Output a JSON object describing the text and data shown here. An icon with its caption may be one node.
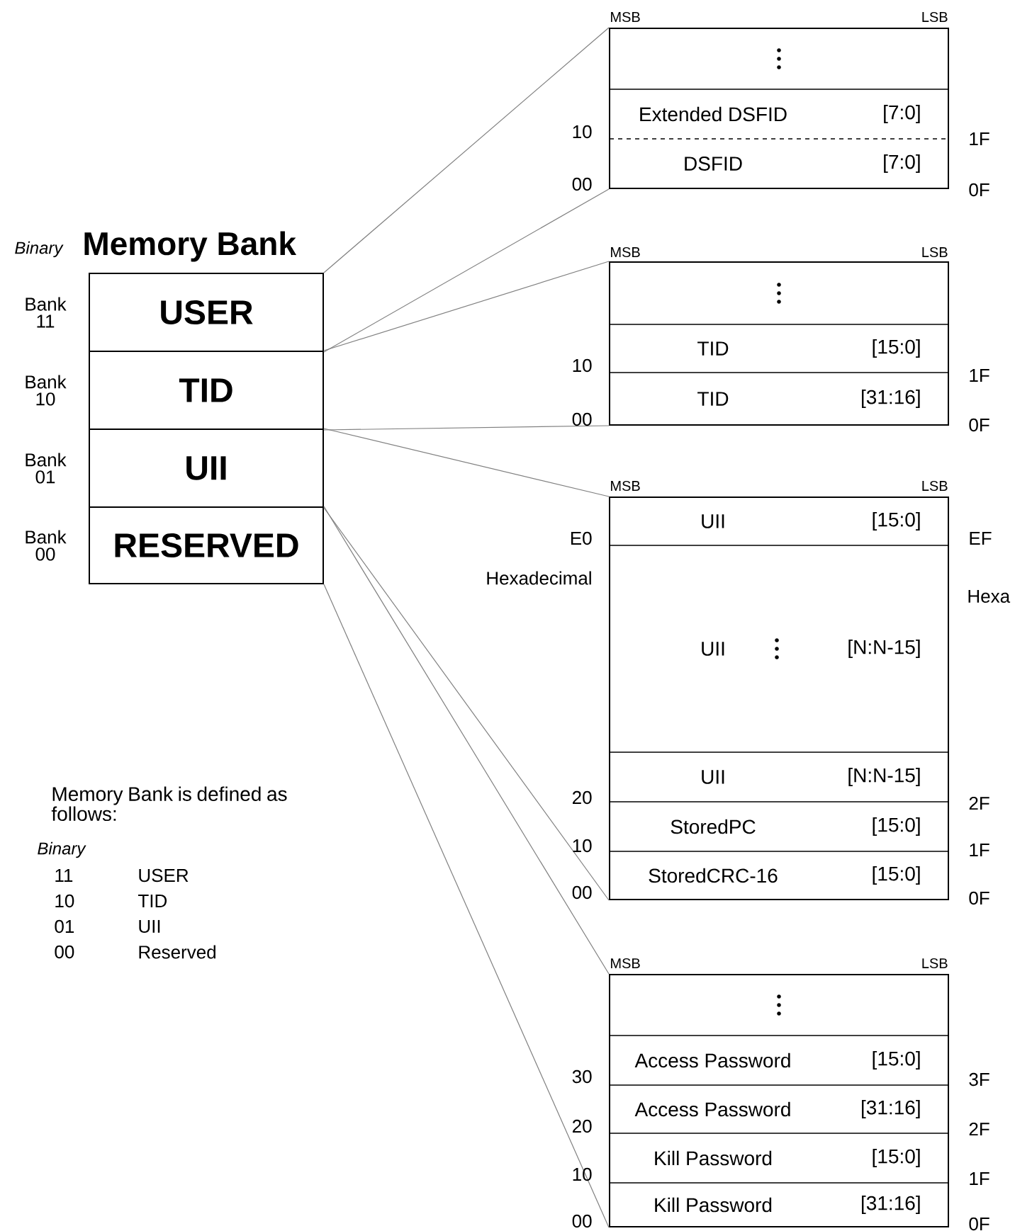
{
  "diagram": {
    "title": "Memory Bank",
    "nodes": [
      {
        "text": [
          "USER"
        ],
        "beside": [
          "Bank 11"
        ]
      },
      {
        "text": [
          "TID"
        ],
        "beside": [
          "Bank 10"
        ]
      },
      {
        "text": [
          "UII"
        ],
        "beside": [
          "Bank 01"
        ]
      },
      {
        "text": [
          "RESERVED"
        ],
        "beside": [
          "Bank 00"
        ]
      },
      {
        "text": [],
        "shape": "box"
      },
      {
        "text": [],
        "shape": "box",
        "in": 4
      },
      {
        "text": [
          "Extended DSFID",
          "[7:0]"
        ],
        "in": 4
      },
      {
        "text": [
          "DSFID",
          "[7:0]"
        ],
        "in": 4
      },
      {
        "text": [],
        "shape": "box"
      },
      {
        "text": [],
        "shape": "box",
        "in": 8
      },
      {
        "text": [
          "TID",
          "[15:0]"
        ],
        "in": 8
      },
      {
        "text": [
          "TID",
          "[31:16]"
        ],
        "in": 8
      },
      {
        "text": [],
        "shape": "box"
      },
      {
        "text": [
          "UII",
          "[15:0]"
        ],
        "in": 12
      },
      {
        "text": [
          "UII",
          "[N:N-15]"
        ],
        "in": 12
      },
      {
        "text": [
          "UII",
          "[N:N-15]"
        ],
        "in": 12
      },
      {
        "text": [
          "StoredPC",
          "[15:0]"
        ],
        "in": 12
      },
      {
        "text": [
          "StoredCRC-16",
          "[15:0]"
        ],
        "in": 12
      },
      {
        "text": [],
        "shape": "box"
      },
      {
        "text": [],
        "shape": "box",
        "in": 18
      },
      {
        "text": [
          "Access Password",
          "[15:0]"
        ],
        "in": 18
      },
      {
        "text": [
          "Access Password",
          "[31:16]"
        ],
        "in": 18
      },
      {
        "text": [
          "Kill Password",
          "[15:0]"
        ],
        "in": 18
      },
      {
        "text": [
          "Kill Password",
          "[31:16]"
        ],
        "in": 18
      }
    ],
    "edges": [
      {
        "from": 0,
        "to": 4,
        "arrow": "none"
      },
      {
        "from": 0,
        "to": 4,
        "arrow": "none"
      },
      {
        "from": 1,
        "to": 8,
        "arrow": "none"
      },
      {
        "from": 1,
        "to": 8,
        "arrow": "none"
      },
      {
        "from": 2,
        "to": 12,
        "arrow": "none"
      },
      {
        "from": 2,
        "to": 12,
        "arrow": "none"
      },
      {
        "from": 3,
        "to": 18,
        "arrow": "none"
      },
      {
        "from": 3,
        "to": 18,
        "arrow": "none"
      }
    ],
    "labels": [
      "MSB",
      "LSB",
      "10",
      "1F",
      "00",
      "0F",
      "MSB",
      "LSB",
      "10",
      "1F",
      "00",
      "0F",
      "Binary",
      "MSB",
      "LSB",
      "E0",
      "EF",
      "Hexadecimal",
      "Hexa",
      "20",
      "2F",
      "10",
      "1F",
      "00",
      "0F",
      "Memory Bank is defined as follows:",
      "Binary",
      "11",
      "USER",
      "10",
      "TID",
      "01",
      "UII",
      "00",
      "Reserved",
      "MSB",
      "LSB",
      "30",
      "3F",
      "20",
      "2F",
      "10",
      "1F",
      "00",
      "0F"
    ]
  }
}
